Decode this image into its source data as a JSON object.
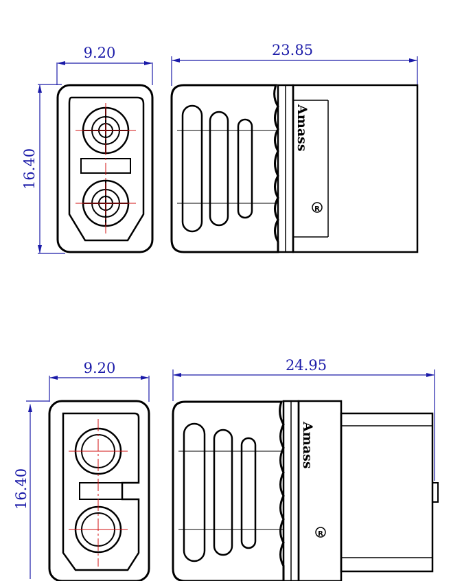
{
  "colors": {
    "dimension": "#1a1aa8",
    "outline": "#000000",
    "centerline": "#d01010",
    "background": "#ffffff"
  },
  "top_view": {
    "dim_width": "9.20",
    "dim_length": "23.85",
    "dim_height": "16.40",
    "brand": "Amass",
    "trademark": "R"
  },
  "bottom_view": {
    "dim_width": "9.20",
    "dim_length": "24.95",
    "dim_height": "16.40",
    "brand": "Amass",
    "trademark": "R"
  }
}
